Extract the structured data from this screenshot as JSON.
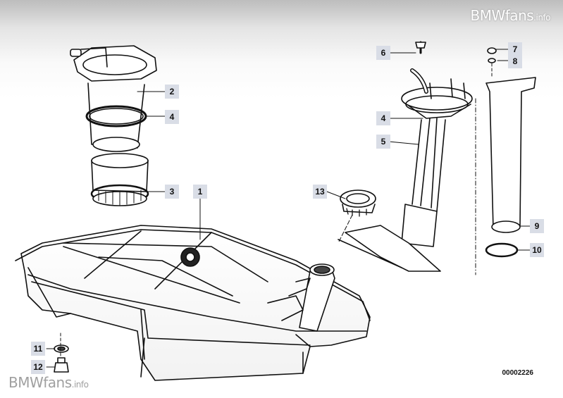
{
  "watermark": {
    "brand": "BMWfans",
    "suffix": ".info"
  },
  "document_number": "00002226",
  "callouts": [
    "1",
    "2",
    "3",
    "4",
    "4",
    "5",
    "6",
    "7",
    "8",
    "9",
    "10",
    "11",
    "12",
    "13"
  ]
}
